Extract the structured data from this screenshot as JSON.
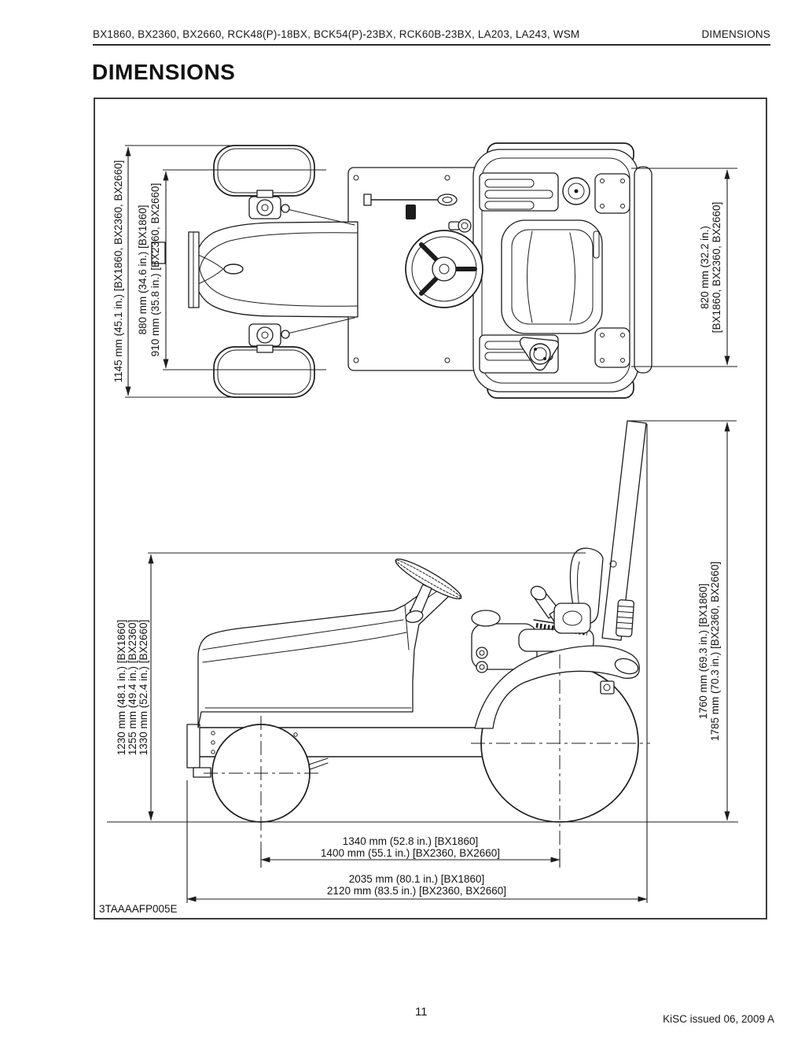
{
  "header": {
    "models_line": "BX1860, BX2360, BX2660, RCK48(P)-18BX, BCK54(P)-23BX, RCK60B-23BX, LA203, LA243, WSM",
    "section_label": "DIMENSIONS"
  },
  "page_title": "DIMENSIONS",
  "figure": {
    "code": "3TAAAAFP005E",
    "top_view": {
      "overall_width": "1145 mm (45.1 in.) [BX1860, BX2360, BX2660]",
      "front_tread": [
        "880 mm (34.6 in.) [BX1860]",
        "910 mm (35.8 in.) [BX2360, BX2660]"
      ],
      "rear_tread": [
        "820 mm (32.2 in.)",
        "[BX1860, BX2360, BX2660]"
      ]
    },
    "side_view": {
      "steering_wheel_height": [
        "1230 mm (48.1 in.) [BX1860]",
        "1255 mm (49.4 in.) [BX2360]",
        "1330 mm (52.4 in.) [BX2660]"
      ],
      "overall_height": [
        "1760 mm (69.3 in.) [BX1860]",
        "1785 mm (70.3 in.) [BX2360, BX2660]"
      ],
      "wheelbase": [
        "1340 mm (52.8 in.) [BX1860]",
        "1400 mm (55.1 in.) [BX2360, BX2660]"
      ],
      "overall_length": [
        "2035 mm (80.1 in.) [BX1860]",
        "2120 mm (83.5 in.) [BX2360, BX2660]"
      ]
    }
  },
  "footer": {
    "page_number": "11",
    "issue_note": "KiSC issued 06, 2009 A"
  }
}
